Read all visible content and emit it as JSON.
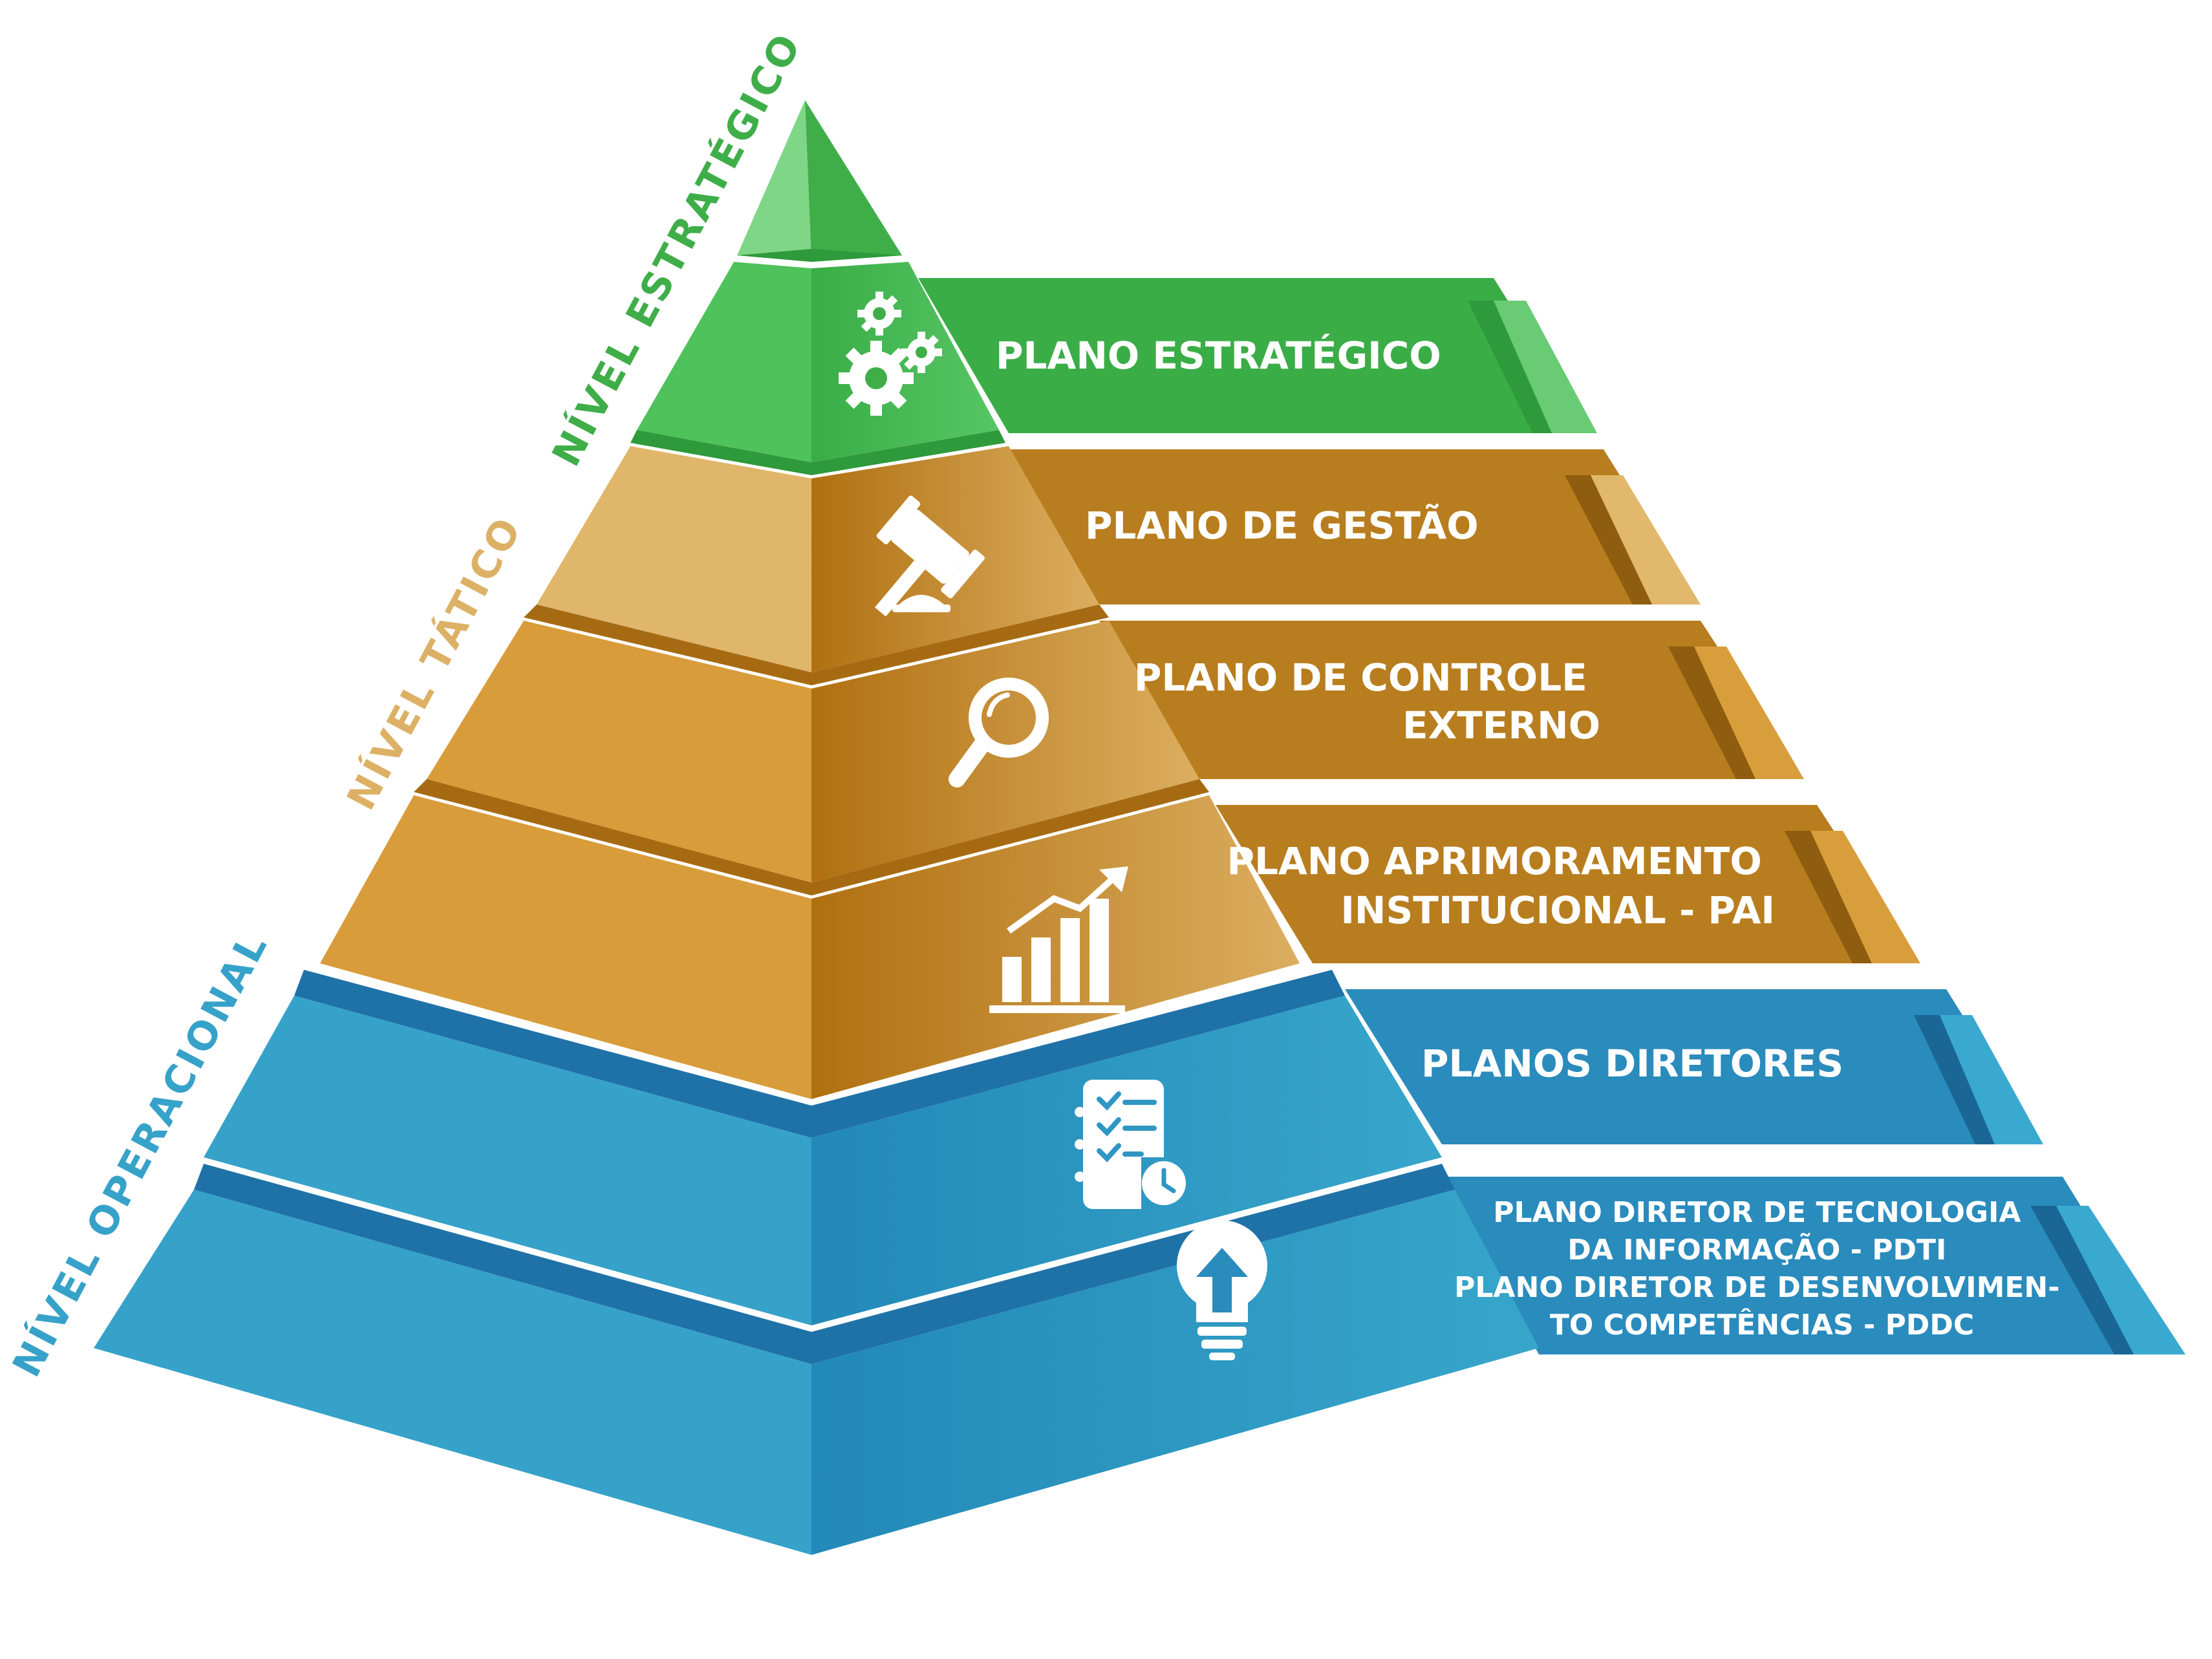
{
  "levels": {
    "estrategico": {
      "label": "NÍVEL ESTRATÉGICO",
      "color": "#3fae49"
    },
    "tatico": {
      "label": "NÍVEL TÁTICO",
      "color": "#dcb165"
    },
    "operacional": {
      "label": "NÍVEL OPERACIONAL",
      "color": "#36a2c9"
    }
  },
  "plans": [
    {
      "lines": [
        "PLANO ESTRATÉGICO"
      ],
      "icon": "gears-icon",
      "level": "estrategico"
    },
    {
      "lines": [
        "PLANO DE GESTÃO"
      ],
      "icon": "gavel-icon",
      "level": "tatico"
    },
    {
      "lines": [
        "PLANO DE CONTROLE",
        "EXTERNO"
      ],
      "icon": "magnifier-icon",
      "level": "tatico"
    },
    {
      "lines": [
        "PLANO APRIMORAMENTO",
        "INSTITUCIONAL - PAI"
      ],
      "icon": "growth-chart-icon",
      "level": "tatico"
    },
    {
      "lines": [
        "PLANOS DIRETORES"
      ],
      "icon": "checklist-icon",
      "level": "operacional"
    },
    {
      "lines": [
        "PLANO DIRETOR DE TECNOLOGIA",
        "DA INFORMAÇÃO - PDTI",
        "PLANO DIRETOR DE DESENVOLVIMEN-",
        "TO COMPETÊNCIAS - PDDC"
      ],
      "icon": "lightbulb-upload-icon",
      "level": "operacional"
    }
  ],
  "colors": {
    "green_light": "#6fd07a",
    "green_dark": "#37a845",
    "gold_light": "#e1b86c",
    "gold_dark": "#b87d1e",
    "blue_light": "#38a6cb",
    "blue_dark": "#1e6fa3"
  }
}
